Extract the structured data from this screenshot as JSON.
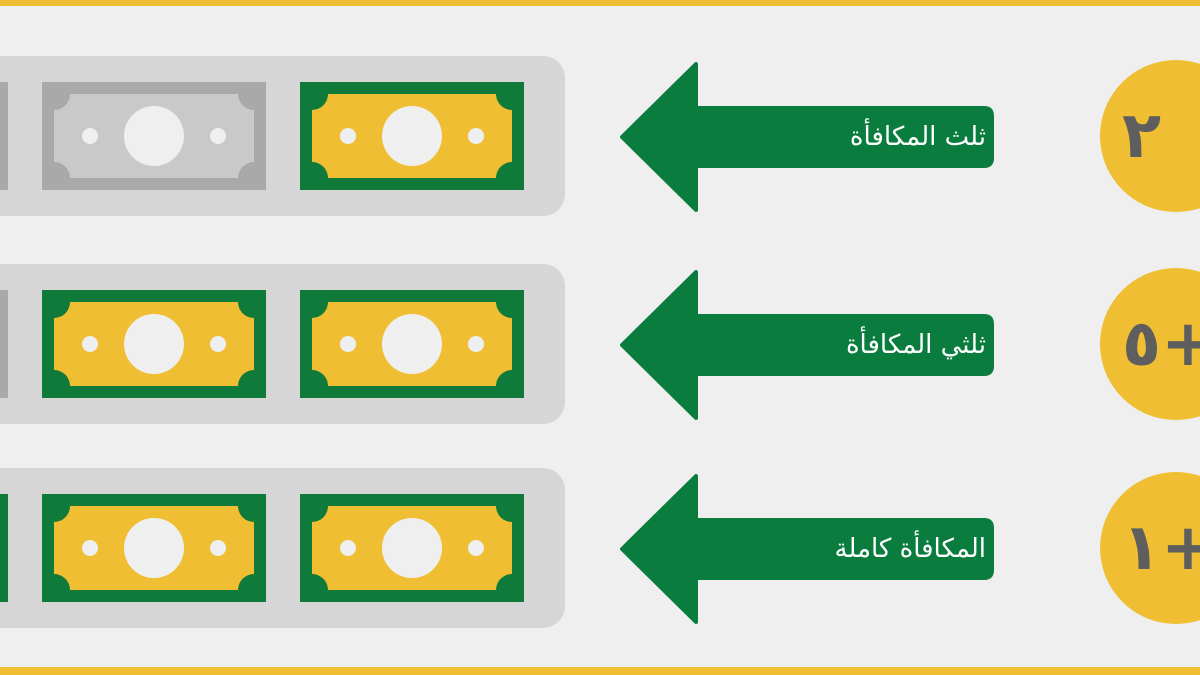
{
  "colors": {
    "background": "#efefef",
    "frame": "#f0be33",
    "tray": "#d6d6d6",
    "arrow": "#0a7d3e",
    "bill_active_border": "#0f7a3a",
    "bill_active_fill": "#f0be33",
    "bill_inactive_border": "#a9a9a9",
    "bill_inactive_fill": "#c9c9c9",
    "badge": "#f0be33",
    "badge_text": "#5e5e5e"
  },
  "rows": [
    {
      "badge": "٢",
      "label": "ثلث المكافأة",
      "bills_active": [
        true,
        false,
        false
      ]
    },
    {
      "badge": "+٥",
      "label": "ثلثي المكافأة",
      "bills_active": [
        true,
        true,
        false
      ]
    },
    {
      "badge": "+١",
      "label": "المكافأة كاملة",
      "bills_active": [
        true,
        true,
        true
      ]
    }
  ]
}
